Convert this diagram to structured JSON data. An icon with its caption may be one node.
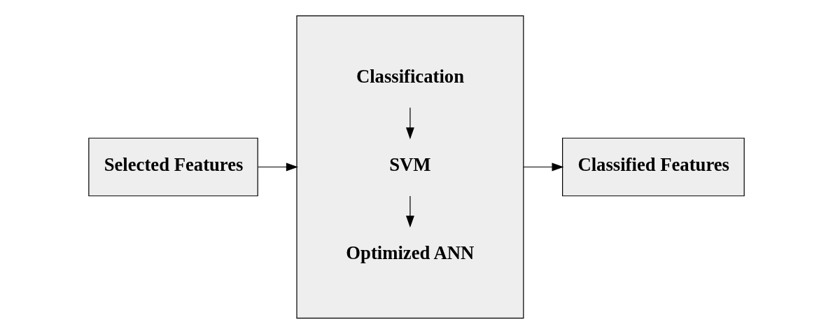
{
  "diagram": {
    "nodes": [
      {
        "text": [
          "Selected Features"
        ]
      },
      {
        "text": [],
        "shape": "box"
      },
      {
        "text": [
          "Classification"
        ],
        "in": 1
      },
      {
        "text": [
          "SVM"
        ],
        "in": 1
      },
      {
        "text": [
          "Optimized ANN"
        ],
        "in": 1
      },
      {
        "text": [
          "Classified Features"
        ]
      }
    ],
    "edges": [
      {
        "from": 0,
        "to": 1,
        "arrow": "to"
      },
      {
        "from": 2,
        "to": 3,
        "arrow": "to"
      },
      {
        "from": 3,
        "to": 4,
        "arrow": "to"
      },
      {
        "from": 1,
        "to": 5,
        "arrow": "to"
      }
    ]
  }
}
